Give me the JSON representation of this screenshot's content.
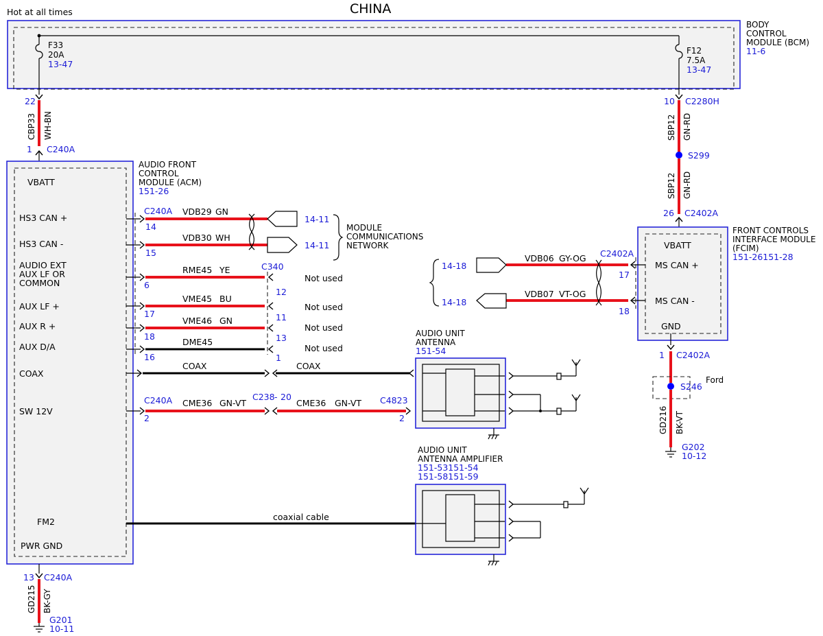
{
  "title": "CHINA",
  "power_label": "Hot at all times",
  "bcm": {
    "name": [
      "BODY",
      "CONTROL",
      "MODULE (BCM)"
    ],
    "ref": "11-6",
    "fuse_left": {
      "name": "F33",
      "rating": "20A",
      "ref": "13-47"
    },
    "fuse_right": {
      "name": "F12",
      "rating": "7.5A",
      "ref": "13-47"
    }
  },
  "wires_top": {
    "left": {
      "pin_top": "22",
      "circuit": "CBP33",
      "color": "WH-BN",
      "pin_bottom": "1",
      "connector": "C240A"
    },
    "right": {
      "pin_top": "10",
      "connector_top": "C2280H",
      "circuit": "SBP12",
      "color": "GN-RD",
      "splice": "S299",
      "circuit2": "SBP12",
      "color2": "GN-RD",
      "pin_bottom": "26",
      "connector_bottom": "C2402A"
    }
  },
  "acm": {
    "name": [
      "AUDIO FRONT",
      "CONTROL",
      "MODULE (ACM)"
    ],
    "ref": "151-26",
    "pins": {
      "vbatt": "VBATT",
      "hs3p": "HS3 CAN +",
      "hs3m": "HS3 CAN -",
      "auxc": [
        "AUDIO EXT",
        "AUX LF OR",
        "COMMON"
      ],
      "auxlf": "AUX LF +",
      "auxr": "AUX R +",
      "auxda": "AUX D/A",
      "coax": "COAX",
      "sw12": "SW 12V",
      "fm2": "FM2",
      "pwrgnd": "PWR GND"
    },
    "connector": "C240A"
  },
  "acm_wires": {
    "w1": {
      "pin": "14",
      "circuit": "VDB29",
      "color": "GN",
      "ref": "14-11"
    },
    "w2": {
      "pin": "15",
      "circuit": "VDB30",
      "color": "WH",
      "ref": "14-11"
    },
    "network": [
      "MODULE",
      "COMMUNICATIONS",
      "NETWORK"
    ],
    "c340": "C340",
    "w3": {
      "pin": "6",
      "circuit": "RME45",
      "color": "YE",
      "far_pin": "12",
      "note": "Not used"
    },
    "w4": {
      "pin": "17",
      "circuit": "VME45",
      "color": "BU",
      "far_pin": "11",
      "note": "Not used"
    },
    "w5": {
      "pin": "18",
      "circuit": "VME46",
      "color": "GN",
      "far_pin": "13",
      "note": "Not used"
    },
    "w6": {
      "pin": "16",
      "circuit": "DME45",
      "far_pin": "1",
      "note": "Not used"
    },
    "coax_left": "COAX",
    "coax_right": "COAX",
    "sw_connector": "C240A",
    "sw_pin": "2",
    "sw_circuit1": "CME36",
    "sw_color1": "GN-VT",
    "inline_connector": "C238",
    "inline_pin": "20",
    "sw_circuit2": "CME36",
    "sw_color2": "GN-VT",
    "end_connector": "C4823",
    "end_pin": "2",
    "coaxial": "coaxial cable",
    "gnd_pin": "13",
    "gnd_connector": "C240A",
    "gnd_circuit": "GD215",
    "gnd_color": "BK-GY",
    "ground": "G201",
    "ground_ref": "10-11"
  },
  "antenna": {
    "name": [
      "AUDIO UNIT",
      "ANTENNA"
    ],
    "ref": "151-54"
  },
  "amp": {
    "name": [
      "AUDIO UNIT",
      "ANTENNA AMPLIFIER"
    ],
    "ref1": "151-53151-54",
    "ref2": "151-58151-59"
  },
  "fcim": {
    "name": [
      "FRONT CONTROLS",
      "INTERFACE MODULE",
      "(FCIM)"
    ],
    "ref": "151-26151-28",
    "pins": {
      "vbatt": "VBATT",
      "msp": "MS CAN +",
      "msm": "MS CAN -",
      "gnd": "GND"
    },
    "w1": {
      "ref": "14-18",
      "circuit": "VDB06",
      "color": "GY-OG",
      "connector": "C2402A",
      "pin": "17"
    },
    "w2": {
      "ref": "14-18",
      "circuit": "VDB07",
      "color": "VT-OG",
      "pin": "18"
    },
    "gnd_pin": "1",
    "gnd_connector": "C2402A",
    "splice": "S246",
    "splice_note": "Ford",
    "gnd_circuit": "GD216",
    "gnd_color": "BK-VT",
    "ground": "G202",
    "ground_ref": "10-12"
  },
  "colors": {
    "wire_red": "#e8121b",
    "module_border": "#2626d9",
    "ref_text": "#1a1ad6",
    "splice_dot": "#0000ff"
  }
}
